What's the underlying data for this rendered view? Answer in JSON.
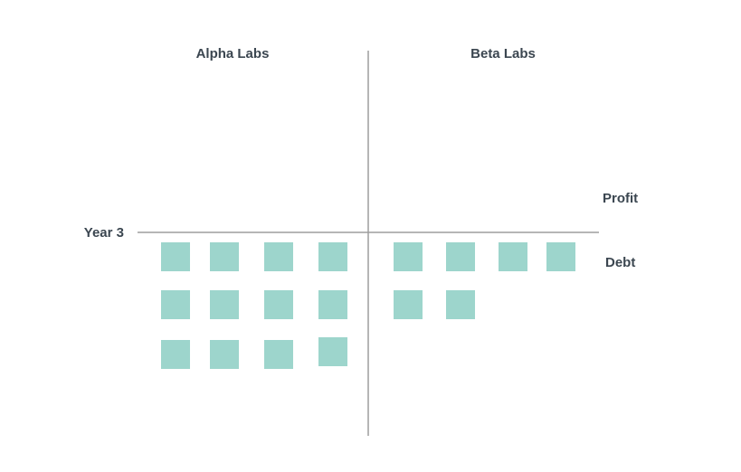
{
  "chart_data": {
    "type": "waffle",
    "series": [
      {
        "name": "Alpha Labs",
        "debt_units": 12
      },
      {
        "name": "Beta Labs",
        "debt_units": 6
      }
    ],
    "row_labels": {
      "above": "Profit",
      "below": "Debt"
    },
    "period_label": "Year 3",
    "unit_color": "#9dd5cc",
    "axis_color": "#9e9e9e"
  }
}
